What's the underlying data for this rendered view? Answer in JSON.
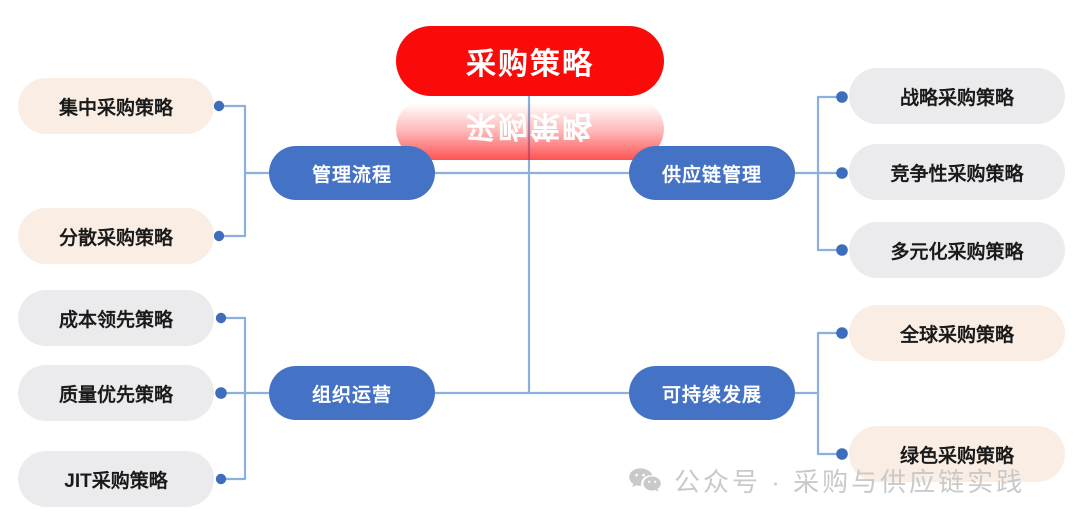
{
  "diagram": {
    "type": "mind-map",
    "title": "采购策略",
    "root": {
      "label": "采购策略",
      "color": "#fb0a0a"
    },
    "branches": [
      {
        "id": "management-process",
        "label": "管理流程",
        "color": "#4472c4",
        "side": "left",
        "leaves": [
          {
            "label": "集中采购策略",
            "style": "cream"
          },
          {
            "label": "分散采购策略",
            "style": "cream"
          }
        ]
      },
      {
        "id": "organization-operations",
        "label": "组织运营",
        "color": "#4472c4",
        "side": "left",
        "leaves": [
          {
            "label": "成本领先策略",
            "style": "gray"
          },
          {
            "label": "质量优先策略",
            "style": "gray"
          },
          {
            "label": "JIT采购策略",
            "style": "gray"
          }
        ]
      },
      {
        "id": "supply-chain-management",
        "label": "供应链管理",
        "color": "#4472c4",
        "side": "right",
        "leaves": [
          {
            "label": "战略采购策略",
            "style": "gray"
          },
          {
            "label": "竞争性采购策略",
            "style": "gray"
          },
          {
            "label": "多元化采购策略",
            "style": "gray"
          }
        ]
      },
      {
        "id": "sustainable-development",
        "label": "可持续发展",
        "color": "#4472c4",
        "side": "right",
        "leaves": [
          {
            "label": "全球采购策略",
            "style": "cream"
          },
          {
            "label": "绿色采购策略",
            "style": "cream"
          }
        ]
      }
    ],
    "palette": {
      "root": "#fb0a0a",
      "branch": "#4472c4",
      "leaf_cream": "#faeee4",
      "leaf_gray": "#ebebed",
      "connector": "#8ab0de",
      "connector_dot": "#3e6dbd",
      "text_dark": "#1a1a1a",
      "text_light": "#ffffff",
      "watermark": "#c9c9c9"
    }
  },
  "watermark": {
    "icon": "wechat-icon",
    "text": "公众号 · 采购与供应链实践"
  }
}
